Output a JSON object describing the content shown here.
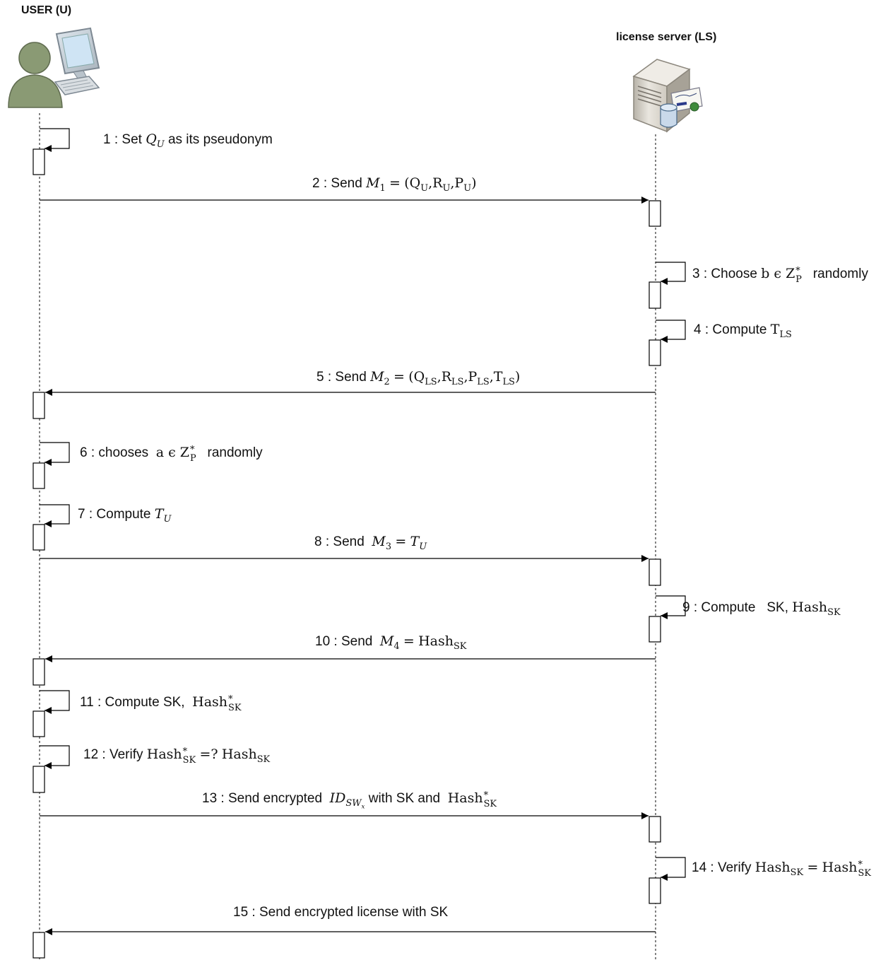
{
  "actors": {
    "user": {
      "title": "USER (U)",
      "icon": "user-computer-icon"
    },
    "server": {
      "title": "license server (LS)",
      "icon": "server-certificate-icon"
    }
  },
  "messages": [
    {
      "id": 1,
      "text": "1 : Set",
      "var": "Q",
      "var_sub": "U",
      "text2": "as its pseudonym"
    },
    {
      "id": 2,
      "text": "2 : Send",
      "var": "M",
      "var_sub": "1",
      "eq": "=",
      "tuple": [
        "Q",
        "U",
        "R",
        "U",
        "P",
        "U"
      ]
    },
    {
      "id": 3,
      "text": "3 : Choose",
      "expr": "b ϵ Z",
      "expr_sub": "P",
      "expr_sup": "*",
      "text2": "randomly"
    },
    {
      "id": 4,
      "text": "4 : Compute",
      "expr": "T",
      "expr_sub": "LS"
    },
    {
      "id": 5,
      "text": "5 : Send",
      "var": "M",
      "var_sub": "2",
      "eq": "=",
      "tuple": [
        "Q",
        "LS",
        "R",
        "LS",
        "P",
        "LS",
        "T",
        "LS"
      ]
    },
    {
      "id": 6,
      "text": "6 : chooses",
      "expr": "a ϵ Z",
      "expr_sub": "P",
      "expr_sup": "*",
      "text2": "randomly"
    },
    {
      "id": 7,
      "text": "7 : Compute",
      "var": "T",
      "var_sub": "U"
    },
    {
      "id": 8,
      "text": "8 : Send",
      "var": "M",
      "var_sub": "3",
      "eq": "=",
      "var2": "T",
      "var2_sub": "U"
    },
    {
      "id": 9,
      "text": "9 : Compute",
      "plain": "SK,",
      "hash": "Hash",
      "hash_sub": "SK"
    },
    {
      "id": 10,
      "text": "10 : Send",
      "var": "M",
      "var_sub": "4",
      "eq": "=",
      "hash": "Hash",
      "hash_sub": "SK"
    },
    {
      "id": 11,
      "text": "11 : Compute",
      "plain": "SK,",
      "hash": "Hash",
      "hash_sub": "SK",
      "hash_sup": "*"
    },
    {
      "id": 12,
      "text": "12 : Verify",
      "hash": "Hash",
      "hash_sub": "SK",
      "hash_sup": "*",
      "op": "=?",
      "hash2": "Hash",
      "hash2_sub": "SK"
    },
    {
      "id": 13,
      "text": "13 : Send encrypted",
      "var": "ID",
      "var_sub": "SW",
      "var_subsub": "x",
      "text2": "with SK  and",
      "hash": "Hash",
      "hash_sub": "SK",
      "hash_sup": "*"
    },
    {
      "id": 14,
      "text": "14 : Verify",
      "hash": "Hash",
      "hash_sub": "SK",
      "op": "=",
      "hash2": "Hash",
      "hash2_sub": "SK",
      "hash2_sup": "*"
    },
    {
      "id": 15,
      "text": "15 : Send encrypted license with SK"
    }
  ]
}
